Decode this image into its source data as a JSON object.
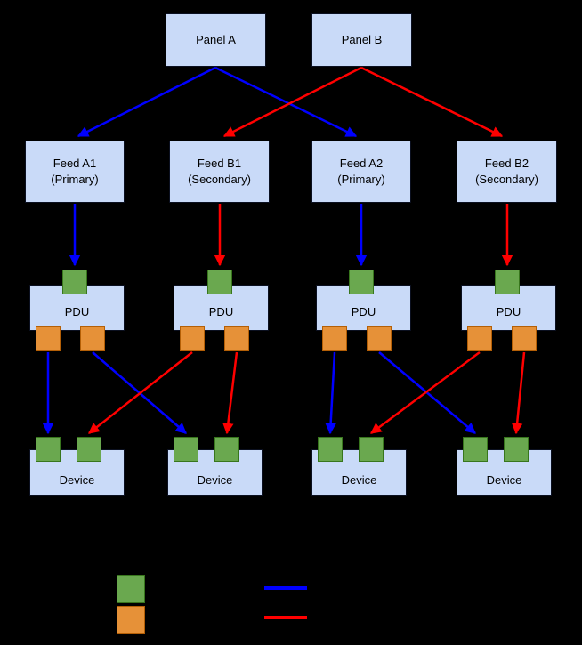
{
  "colors": {
    "background": "#000000",
    "box_fill": "#c9daf8",
    "green_port": "#6aa84f",
    "green_port_border": "#38761d",
    "orange_port": "#e69138",
    "orange_port_border": "#b45f06",
    "blue_path": "#0000ff",
    "red_path": "#ff0000"
  },
  "panels": [
    {
      "label": "Panel A"
    },
    {
      "label": "Panel B"
    }
  ],
  "feeds": [
    {
      "label": "Feed A1",
      "sublabel": "(Primary)"
    },
    {
      "label": "Feed B1",
      "sublabel": "(Secondary)"
    },
    {
      "label": "Feed A2",
      "sublabel": "(Primary)"
    },
    {
      "label": "Feed B2",
      "sublabel": "(Secondary)"
    }
  ],
  "pdus": [
    {
      "label": "PDU"
    },
    {
      "label": "PDU"
    },
    {
      "label": "PDU"
    },
    {
      "label": "PDU"
    }
  ],
  "devices": [
    {
      "label": "Device"
    },
    {
      "label": "Device"
    },
    {
      "label": "Device"
    },
    {
      "label": "Device"
    }
  ],
  "legend": {
    "swatches": [
      {
        "name": "green-port-swatch",
        "color": "#6aa84f"
      },
      {
        "name": "orange-port-swatch",
        "color": "#e69138"
      }
    ],
    "lines": [
      {
        "name": "blue-path-swatch",
        "color": "#0000ff"
      },
      {
        "name": "red-path-swatch",
        "color": "#ff0000"
      }
    ]
  },
  "connections": [
    {
      "from": "Panel A",
      "to": "Feed A1 (Primary)",
      "color": "blue"
    },
    {
      "from": "Panel A",
      "to": "Feed A2 (Primary)",
      "color": "blue"
    },
    {
      "from": "Panel B",
      "to": "Feed B1 (Secondary)",
      "color": "red"
    },
    {
      "from": "Panel B",
      "to": "Feed B2 (Secondary)",
      "color": "red"
    },
    {
      "from": "Feed A1 (Primary)",
      "to": "PDU 1",
      "color": "blue"
    },
    {
      "from": "Feed B1 (Secondary)",
      "to": "PDU 2",
      "color": "red"
    },
    {
      "from": "Feed A2 (Primary)",
      "to": "PDU 3",
      "color": "blue"
    },
    {
      "from": "Feed B2 (Secondary)",
      "to": "PDU 4",
      "color": "red"
    },
    {
      "from": "PDU 1",
      "to": "Device 1",
      "color": "blue"
    },
    {
      "from": "PDU 1",
      "to": "Device 2",
      "color": "blue"
    },
    {
      "from": "PDU 2",
      "to": "Device 1",
      "color": "red"
    },
    {
      "from": "PDU 2",
      "to": "Device 2",
      "color": "red"
    },
    {
      "from": "PDU 3",
      "to": "Device 3",
      "color": "blue"
    },
    {
      "from": "PDU 3",
      "to": "Device 4",
      "color": "blue"
    },
    {
      "from": "PDU 4",
      "to": "Device 3",
      "color": "red"
    },
    {
      "from": "PDU 4",
      "to": "Device 4",
      "color": "red"
    }
  ]
}
